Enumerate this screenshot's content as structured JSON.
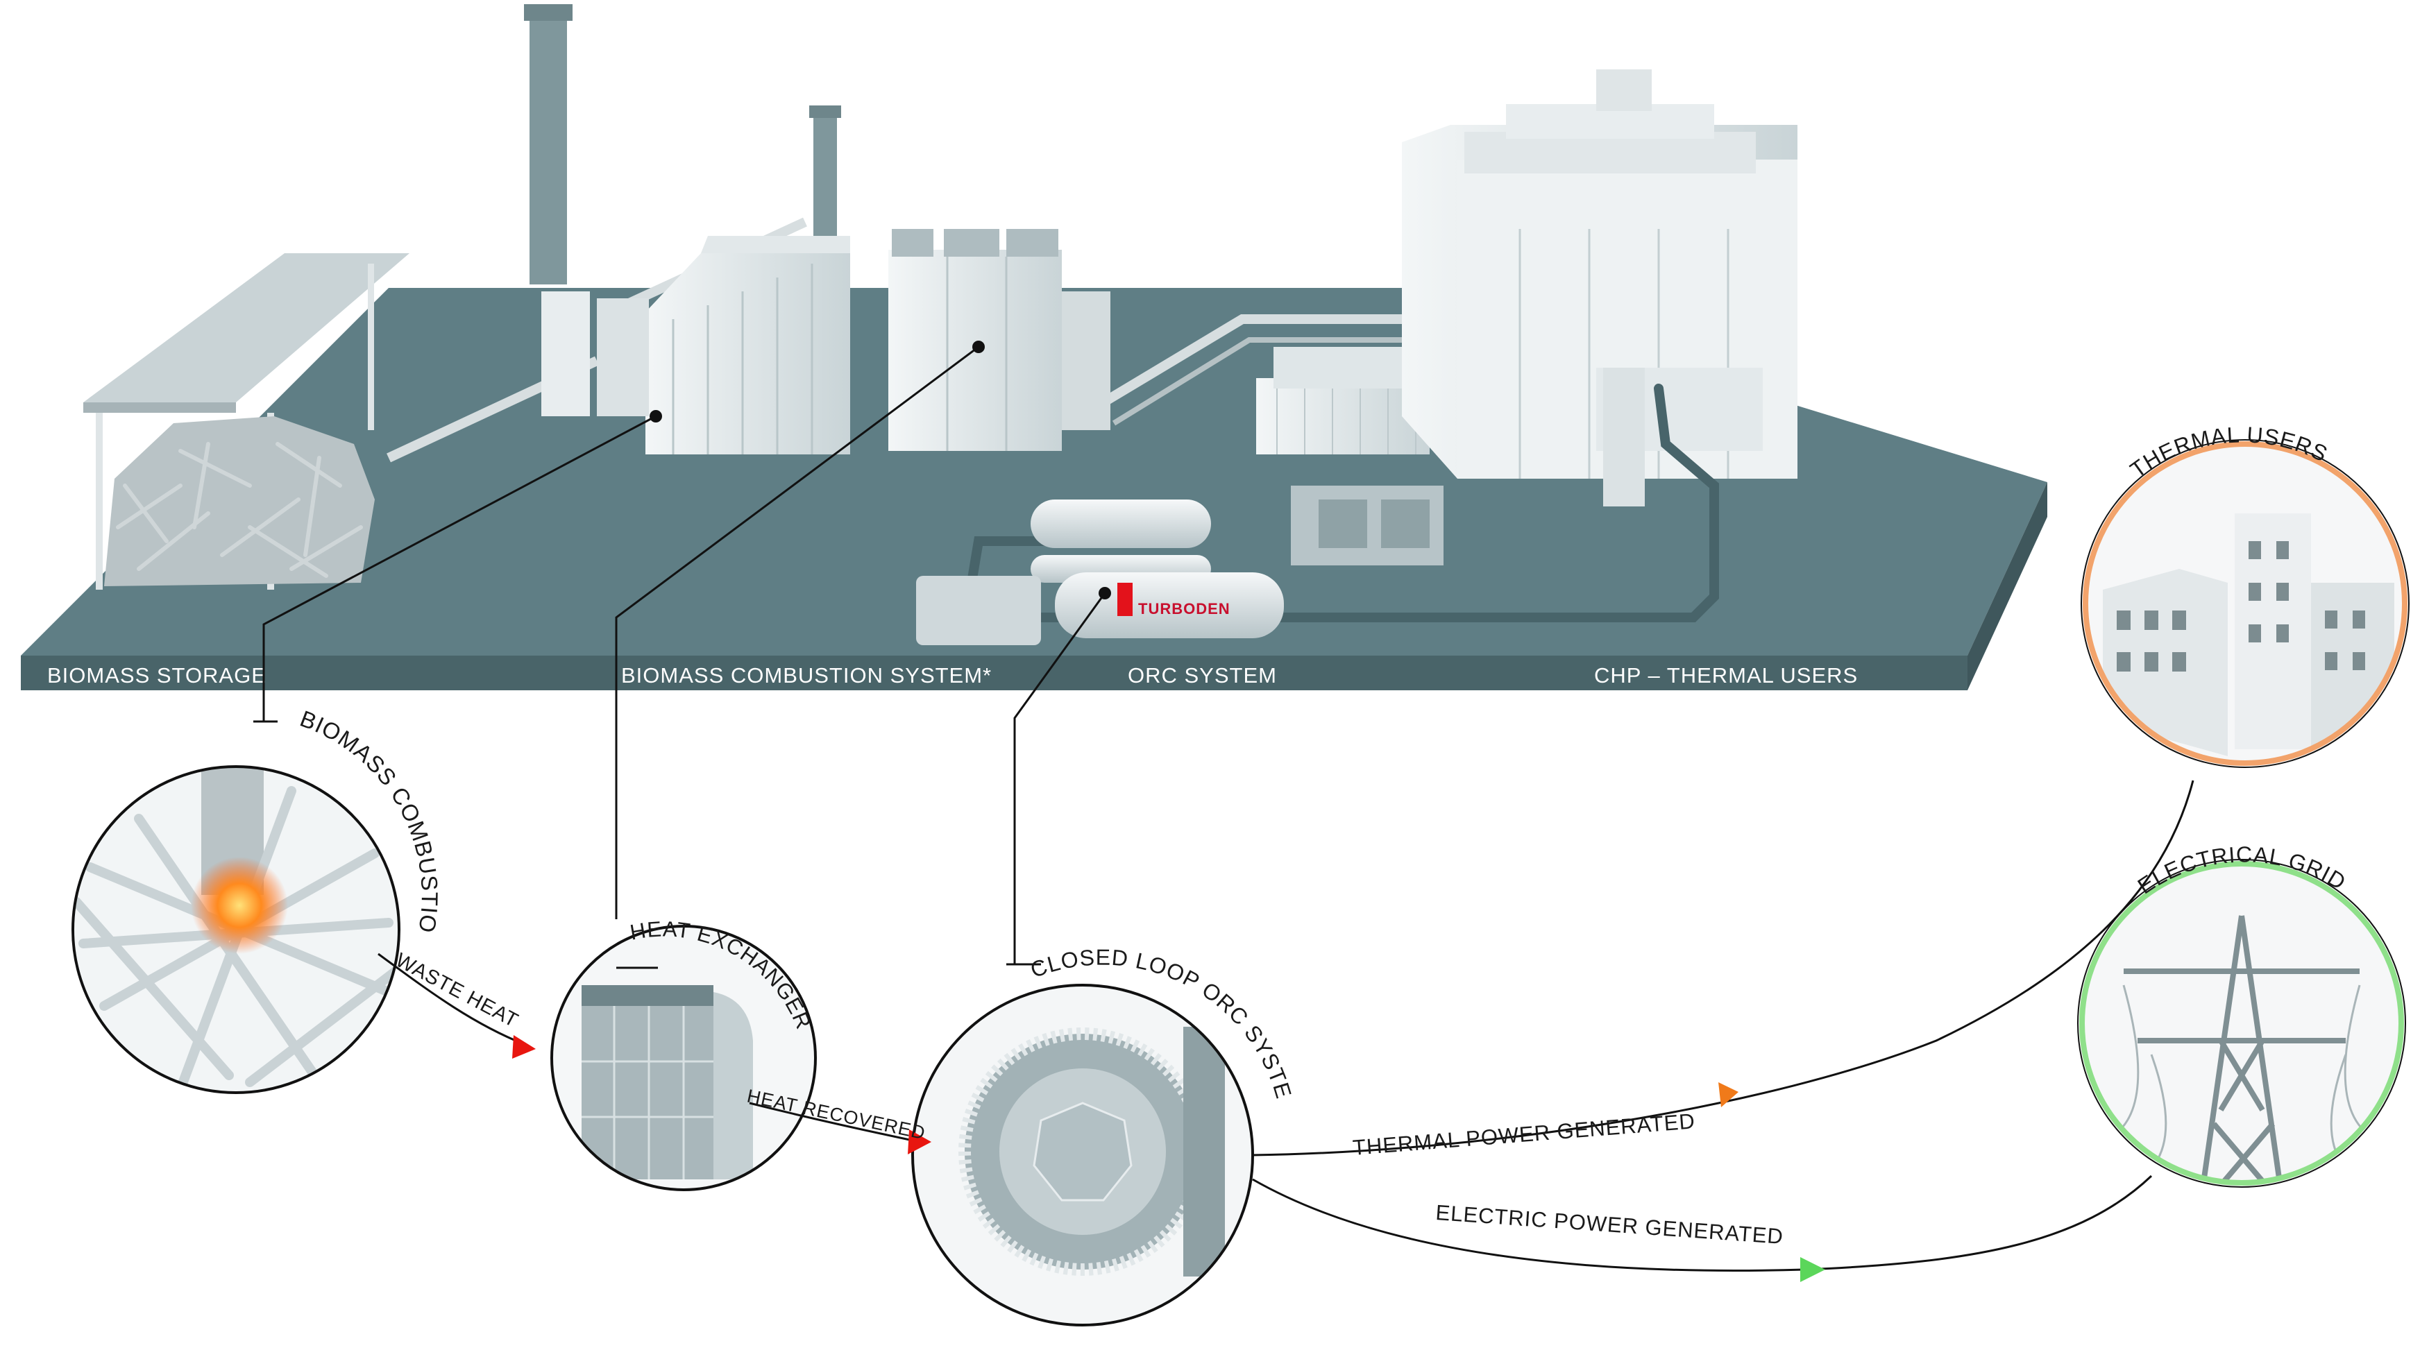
{
  "platform_labels": {
    "biomass_storage": "BIOMASS STORAGE",
    "combustion_system": "BIOMASS COMBUSTION SYSTEM*",
    "orc_system": "ORC SYSTEM",
    "chp_thermal_users": "CHP – THERMAL USERS"
  },
  "brand": "TURBODEN",
  "process": {
    "biomass_combustion": "BIOMASS COMBUSTION",
    "waste_heat": "WASTE HEAT",
    "heat_exchanger": "HEAT EXCHANGER",
    "heat_recovered": "HEAT RECOVERED",
    "closed_loop_orc": "CLOSED LOOP ORC SYSTEM",
    "thermal_power": "THERMAL POWER GENERATED",
    "electric_power": "ELECTRIC POWER GENERATED",
    "thermal_users": "THERMAL USERS",
    "electrical_grid": "ELECTRICAL GRID"
  },
  "colors": {
    "platform": "#5c7b82",
    "arrow_waste_heat": "#e8160f",
    "arrow_heat_recovered": "#e8160f",
    "arrow_thermal": "#f07a1a",
    "arrow_electric": "#5bd65a",
    "ring_thermal_users": "#f2a36b",
    "ring_electrical_grid": "#8fe08a"
  }
}
